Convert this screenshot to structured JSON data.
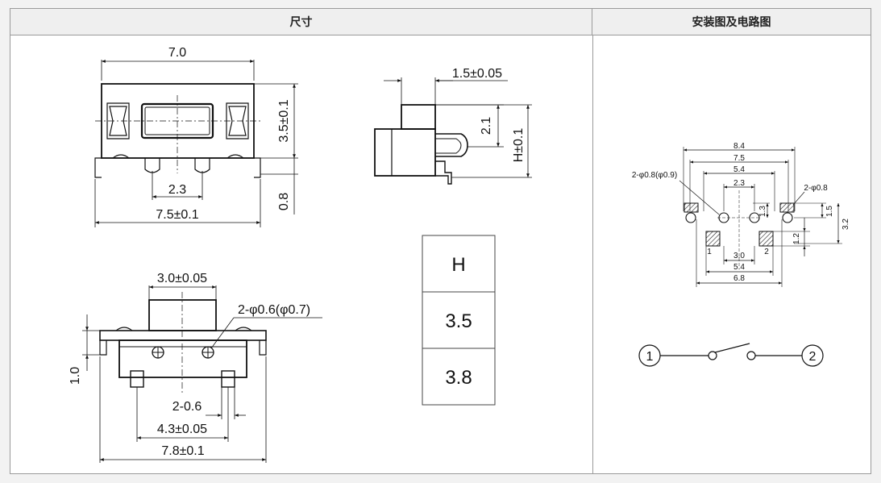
{
  "headers": {
    "dimensions": "尺寸",
    "mounting": "安装图及电路图"
  },
  "top_view": {
    "width": "7.0",
    "height": "3.5±0.1",
    "pin_pitch": "2.3",
    "pin_span": "7.5±0.1",
    "standoff": "0.8"
  },
  "side_view": {
    "actuator_width": "1.5±0.05",
    "actuator_height": "2.1",
    "total_height": "H±0.1"
  },
  "front_view": {
    "actuator_width": "3.0±0.05",
    "post_dia": "2-φ0.6(φ0.7)",
    "thickness": "1.0",
    "pin_width": "2-0.6",
    "pin_span": "4.3±0.05",
    "body_width": "7.8±0.1"
  },
  "height_table": [
    "H",
    "3.5",
    "3.8"
  ],
  "pcb_layout": {
    "d84": "8.4",
    "d75": "7.5",
    "d54": "5.4",
    "d23": "2.3",
    "hole_left": "2-φ0.8(φ0.9)",
    "hole_right": "2-φ0.8",
    "d13": "1.3",
    "d15": "1.5",
    "d32": "3.2",
    "d12": "1.2",
    "pad1": "1",
    "pad2": "2",
    "d30": "3.0",
    "d54b": "5.4",
    "d68": "6.8"
  },
  "circuit": {
    "terminal1": "1",
    "terminal2": "2"
  }
}
